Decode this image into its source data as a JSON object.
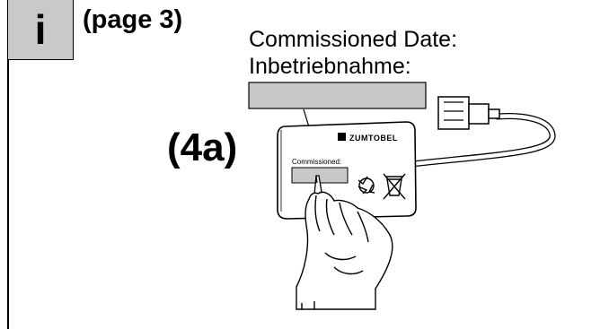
{
  "info": {
    "glyph": "i",
    "page_ref": "(page 3)"
  },
  "commission": {
    "label_en": "Commissioned Date:",
    "label_de": "Inbetriebnahme:",
    "device_label": "Commissioned:"
  },
  "step_label": "(4a)",
  "device": {
    "brand": "ZUMTOBEL"
  },
  "colors": {
    "info_box": "#c9c9c9",
    "field_fill": "#c8c8c8",
    "ink": "#000000"
  },
  "icons": [
    "info-icon",
    "recycle-icon",
    "crossed-bin-icon",
    "hand-with-pen-icon",
    "connector-plug-icon"
  ]
}
